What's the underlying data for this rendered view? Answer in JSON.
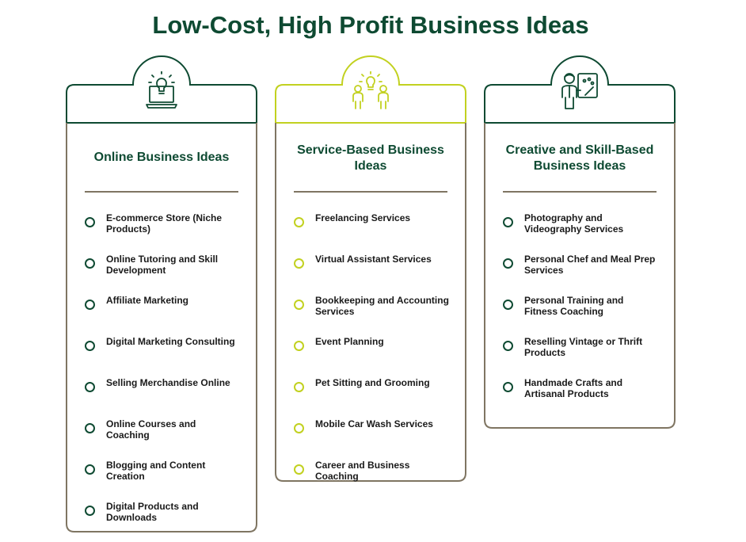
{
  "title": "Low-Cost, High Profit Business Ideas",
  "colors": {
    "dark_green": "#0e4a32",
    "lime": "#c2d120",
    "taupe": "#7f7562",
    "text": "#1a1a1a"
  },
  "columns": [
    {
      "title": "Online Business Ideas",
      "icon": "laptop-lightbulb-icon",
      "accent": "#0e4a32",
      "items": [
        "E-commerce Store (Niche Products)",
        "Online Tutoring and Skill Development",
        "Affiliate Marketing",
        "Digital Marketing Consulting",
        "Selling Merchandise Online",
        "Online Courses and Coaching",
        "Blogging and Content Creation",
        "Digital Products and Downloads"
      ]
    },
    {
      "title": "Service-Based Business Ideas",
      "icon": "people-lightbulb-icon",
      "accent": "#c2d120",
      "items": [
        "Freelancing Services",
        "Virtual Assistant Services",
        "Bookkeeping and Accounting Services",
        "Event Planning",
        "Pet Sitting and Grooming",
        "Mobile Car Wash Services",
        "Career and Business Coaching"
      ]
    },
    {
      "title": "Creative and Skill-Based Business Ideas",
      "icon": "artist-palette-icon",
      "accent": "#0e4a32",
      "items": [
        "Photography and Videography Services",
        "Personal Chef and Meal Prep Services",
        "Personal Training and Fitness Coaching",
        "Reselling Vintage or Thrift Products",
        "Handmade Crafts and Artisanal Products"
      ]
    }
  ]
}
